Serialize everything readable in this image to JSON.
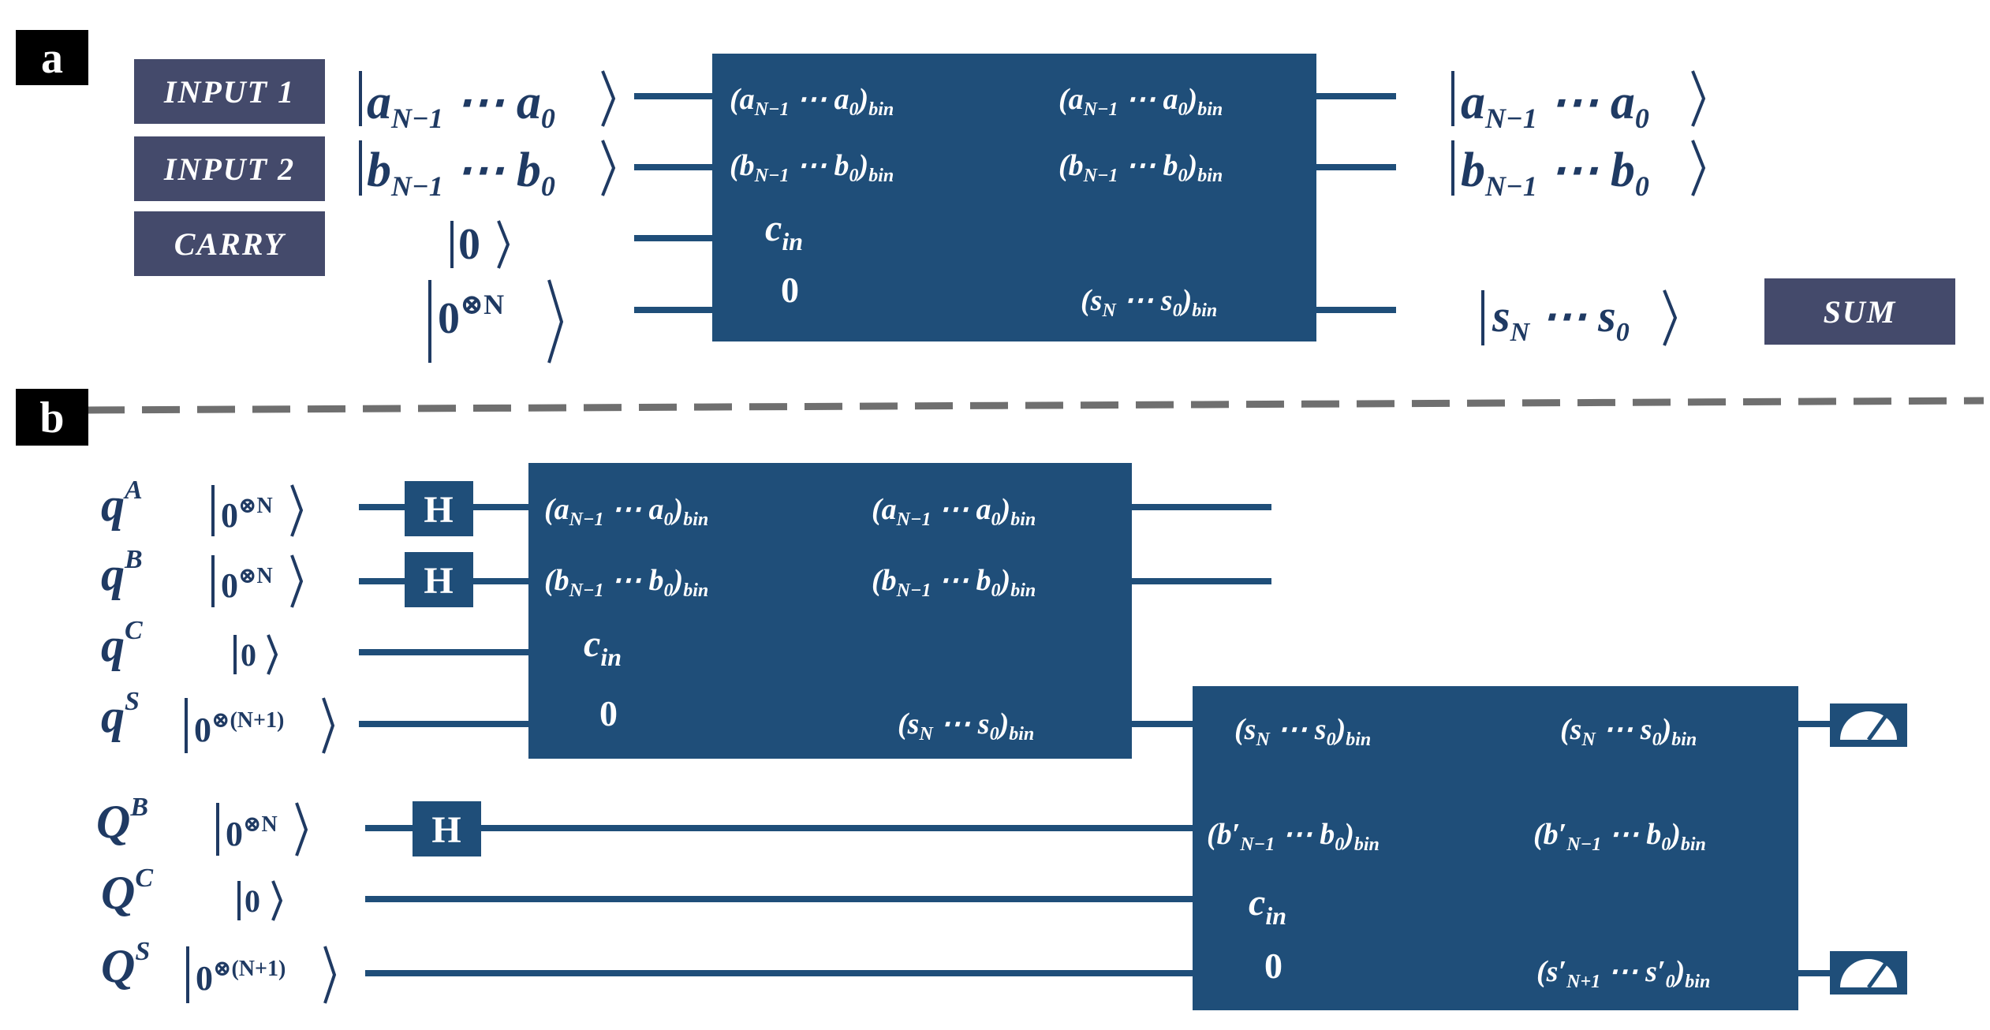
{
  "panel_a": {
    "tag": "a",
    "labels": {
      "input1": "INPUT 1",
      "input2": "INPUT 2",
      "carry": "CARRY",
      "sum": "SUM"
    },
    "in_kets": {
      "a": [
        "a",
        "N−1",
        " ⋯ ",
        "a",
        "0"
      ],
      "b": [
        "b",
        "N−1",
        " ⋯ ",
        "b",
        "0"
      ],
      "c": "0",
      "z": [
        "0",
        "⊗N"
      ]
    },
    "block": {
      "in_a": [
        "(a",
        "N−1",
        " ⋯ a",
        "0",
        ")",
        "bin"
      ],
      "in_b": [
        "(b",
        "N−1",
        " ⋯ b",
        "0",
        ")",
        "bin"
      ],
      "cin": [
        "c",
        "in"
      ],
      "zero": "0",
      "out_a": [
        "(a",
        "N−1",
        " ⋯ a",
        "0",
        ")",
        "bin"
      ],
      "out_b": [
        "(b",
        "N−1",
        " ⋯ b",
        "0",
        ")",
        "bin"
      ],
      "out_s": [
        "(s",
        "N",
        " ⋯ s",
        "0",
        ")",
        "bin"
      ]
    },
    "out_kets": {
      "a": [
        "a",
        "N−1",
        " ⋯ ",
        "a",
        "0"
      ],
      "b": [
        "b",
        "N−1",
        " ⋯ ",
        "b",
        "0"
      ],
      "s": [
        "s",
        "N",
        " ⋯ ",
        "s",
        "0"
      ]
    }
  },
  "panel_b": {
    "tag": "b",
    "qubits": [
      {
        "name": [
          "q",
          "A"
        ],
        "ket": [
          "0",
          "⊗N"
        ]
      },
      {
        "name": [
          "q",
          "B"
        ],
        "ket": [
          "0",
          "⊗N"
        ]
      },
      {
        "name": [
          "q",
          "C"
        ],
        "ket": [
          "0",
          ""
        ]
      },
      {
        "name": [
          "q",
          "S"
        ],
        "ket": [
          "0",
          "⊗(N+1)"
        ]
      },
      {
        "name": [
          "Q",
          "B"
        ],
        "ket": [
          "0",
          "⊗N"
        ]
      },
      {
        "name": [
          "Q",
          "C"
        ],
        "ket": [
          "0",
          ""
        ]
      },
      {
        "name": [
          "Q",
          "S"
        ],
        "ket": [
          "0",
          "⊗(N+1)"
        ]
      }
    ],
    "gate_label": "H",
    "block1": {
      "in_a": [
        "(a",
        "N−1",
        " ⋯ a",
        "0",
        ")",
        "bin"
      ],
      "in_b": [
        "(b",
        "N−1",
        " ⋯ b",
        "0",
        ")",
        "bin"
      ],
      "cin": [
        "c",
        "in"
      ],
      "zero": "0",
      "out_a": [
        "(a",
        "N−1",
        " ⋯ a",
        "0",
        ")",
        "bin"
      ],
      "out_b": [
        "(b",
        "N−1",
        " ⋯ b",
        "0",
        ")",
        "bin"
      ],
      "out_s": [
        "(s",
        "N",
        " ⋯ s",
        "0",
        ")",
        "bin"
      ]
    },
    "block2": {
      "in_s": [
        "(s",
        "N",
        " ⋯ s",
        "0",
        ")",
        "bin"
      ],
      "in_b": [
        "(b′",
        "N−1",
        " ⋯ b",
        "0",
        ")",
        "bin"
      ],
      "cin": [
        "c",
        "in"
      ],
      "zero": "0",
      "out_s": [
        "(s",
        "N",
        " ⋯ s",
        "0",
        ")",
        "bin"
      ],
      "out_b": [
        "(b′",
        "N−1",
        " ⋯ b",
        "0",
        ")",
        "bin"
      ],
      "out_s2": [
        "(s′",
        "N+1",
        " ⋯ s′",
        "0",
        ")",
        "bin"
      ]
    }
  },
  "colors": {
    "block": "#1f4e79",
    "label_box": "#444a6b",
    "text": "#1f3a63",
    "divider": "#6f6f6f",
    "meter_panel": "#1f4e79"
  },
  "icons": [
    "measurement-meter-icon",
    "measurement-meter-icon"
  ]
}
